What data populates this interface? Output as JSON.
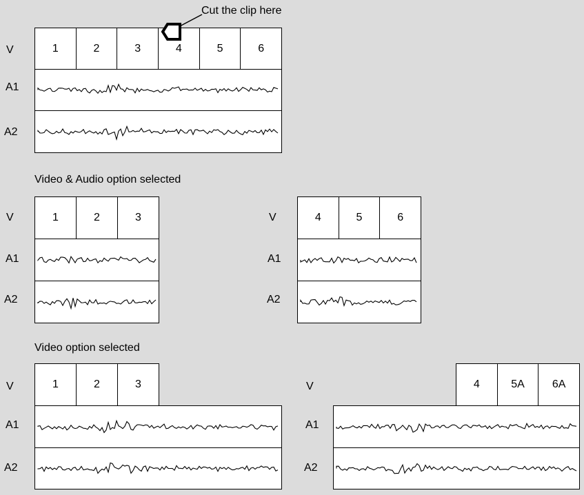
{
  "annotation": {
    "text": "Cut the clip here"
  },
  "track_labels": {
    "video": "V",
    "audio1": "A1",
    "audio2": "A2"
  },
  "captions": {
    "video_audio": "Video & Audio option selected",
    "video_only": "Video option selected"
  },
  "timelines": {
    "original": {
      "frames": [
        "1",
        "2",
        "3",
        "4",
        "5",
        "6"
      ]
    },
    "va_left": {
      "frames": [
        "1",
        "2",
        "3"
      ]
    },
    "va_right": {
      "frames": [
        "4",
        "5",
        "6"
      ]
    },
    "v_left": {
      "frames": [
        "1",
        "2",
        "3"
      ]
    },
    "v_right": {
      "frames": [
        "4",
        "5A",
        "6A"
      ]
    }
  },
  "colors": {
    "background": "#dcdcdc",
    "track_fill": "#ffffff",
    "stroke": "#000000"
  },
  "icons": {
    "cut_marker": "playhead-pentagon-icon"
  }
}
